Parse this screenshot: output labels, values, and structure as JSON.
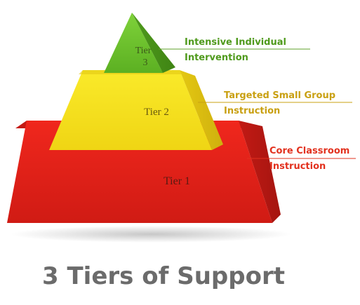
{
  "title": "3 Tiers of Support",
  "tiers": [
    {
      "label": "Tier 1",
      "description_lines": [
        "Core Classroom",
        "Instruction"
      ],
      "color": "#e8231c",
      "callout_color": "#e2311e"
    },
    {
      "label": "Tier 2",
      "description_lines": [
        "Targeted Small Group",
        "Instruction"
      ],
      "color": "#f5e11a",
      "callout_color": "#c9a012"
    },
    {
      "label_lines": [
        "Tier",
        "3"
      ],
      "description_lines": [
        "Intensive Individual",
        "Intervention"
      ],
      "color": "#6cc22a",
      "callout_color": "#5ea028"
    }
  ]
}
